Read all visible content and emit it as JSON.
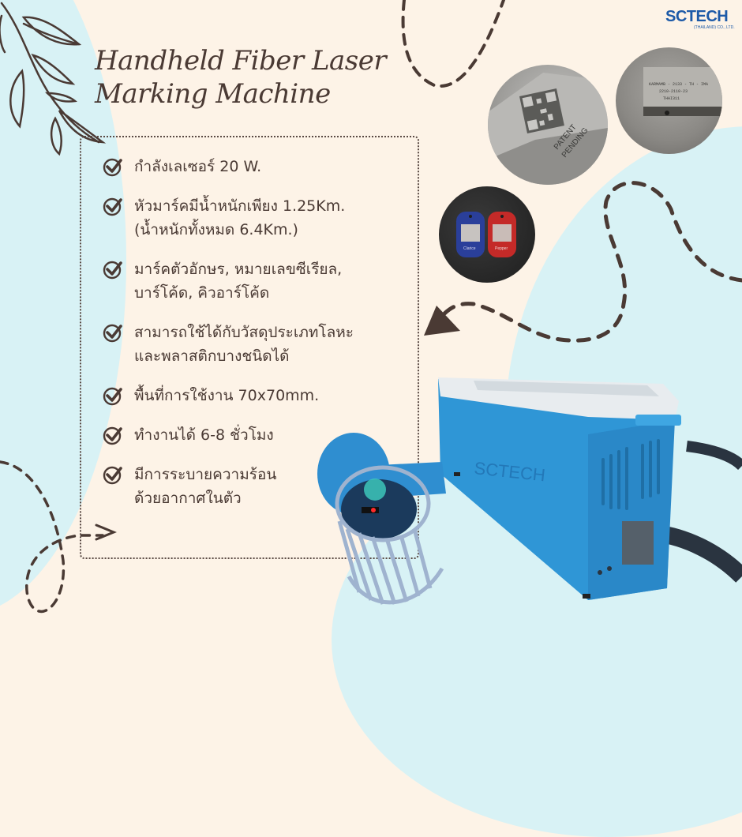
{
  "brand": {
    "logo_main": "SCTECH",
    "logo_sub": "(THAILAND) CO., LTD.",
    "brand_color": "#1d5aa8"
  },
  "title": {
    "line1": "Handheld Fiber Laser",
    "line2": "Marking Machine"
  },
  "features": [
    {
      "icon": "check-circle-icon",
      "lines": [
        "กำลังเลเซอร์ 20 W."
      ]
    },
    {
      "icon": "check-circle-icon",
      "lines": [
        "หัวมาร์คมีน้ำหนักเพียง 1.25Km.",
        "(น้ำหนักทั้งหมด 6.4Km.)"
      ]
    },
    {
      "icon": "check-circle-icon",
      "lines": [
        "มาร์คตัวอักษร, หมายเลขซีเรียล,",
        "บาร์โค้ด, คิวอาร์โค้ด"
      ]
    },
    {
      "icon": "check-circle-icon",
      "lines": [
        "สามารถใช้ได้กับวัสดุประเภทโลหะ",
        "และพลาสติกบางชนิดได้"
      ]
    },
    {
      "icon": "check-circle-icon",
      "lines": [
        "พื้นที่การใช้งาน 70x70mm."
      ]
    },
    {
      "icon": "check-circle-icon",
      "lines": [
        "ทำงานได้ 6-8 ชั่วโมง"
      ]
    },
    {
      "icon": "check-circle-icon",
      "lines": [
        "มีการระบายความร้อน",
        "ด้วยอากาศในตัว"
      ]
    }
  ],
  "photos": {
    "qr_plate": {
      "text_line1": "PATENT",
      "text_line2": "PENDING"
    },
    "steel_plate": {
      "line1": "KARMAMB - 2133 - TH - IMA",
      "line2": "2210-2110-23",
      "line3": "THAI311"
    },
    "dog_tags": {
      "blue_label": "Clarice",
      "red_label": "Pepper"
    }
  },
  "machine": {
    "logo": "SCTECH",
    "body_color": "#2f96d6",
    "lid_color": "#e8ecef"
  },
  "colors": {
    "background": "#fdf3e7",
    "blob": "#d8f2f5",
    "ink": "#4a3a34"
  }
}
